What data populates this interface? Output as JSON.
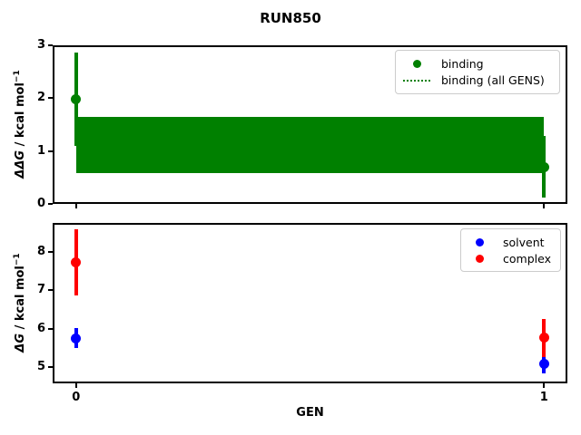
{
  "figure": {
    "title": "RUN850",
    "background": "#ffffff"
  },
  "colors": {
    "binding": "#008000",
    "solvent": "#0000ff",
    "complex": "#ff0000",
    "axes": "#000000"
  },
  "axis_labels": {
    "top_y_math": "ΔΔG",
    "top_y_rest": " / kcal mol",
    "top_y_sup": "−1",
    "bottom_y_math": "ΔG",
    "bottom_y_rest": " / kcal mol",
    "bottom_y_sup": "−1",
    "x": "GEN"
  },
  "legends": {
    "top": [
      {
        "label": "binding",
        "marker": "dot-icon",
        "color": "#008000"
      },
      {
        "label": "binding (all GENS)",
        "marker": "dotted-line-icon",
        "color": "#008000"
      }
    ],
    "bottom": [
      {
        "label": "solvent",
        "marker": "dot-icon",
        "color": "#0000ff"
      },
      {
        "label": "complex",
        "marker": "dot-icon",
        "color": "#ff0000"
      }
    ]
  },
  "chart_data": [
    {
      "type": "scatter",
      "title": "RUN850",
      "ylabel": "ΔΔG / kcal mol^-1",
      "xlabel": "",
      "xlim": [
        -0.05,
        1.05
      ],
      "ylim": [
        0,
        3
      ],
      "yticks": [
        0,
        1,
        2,
        3
      ],
      "xticks": [
        0,
        1
      ],
      "xticklabels": [],
      "legend_position": "upper right",
      "grid": false,
      "series": [
        {
          "name": "binding",
          "color": "#008000",
          "marker": "circle",
          "x": [
            0,
            1
          ],
          "y": [
            1.98,
            0.7
          ],
          "yerr": [
            0.89,
            0.58
          ]
        },
        {
          "name": "binding (all GENS)",
          "color": "#008000",
          "style": "dotted-line-with-solid-band",
          "center": 1.11,
          "band": [
            0.58,
            1.64
          ],
          "xspan": [
            0,
            1
          ]
        }
      ]
    },
    {
      "type": "scatter",
      "title": "",
      "ylabel": "ΔG / kcal mol^-1",
      "xlabel": "GEN",
      "xlim": [
        -0.05,
        1.05
      ],
      "ylim": [
        4.57,
        8.76
      ],
      "yticks": [
        5,
        6,
        7,
        8
      ],
      "xticks": [
        0,
        1
      ],
      "xticklabels": [
        "0",
        "1"
      ],
      "legend_position": "upper right",
      "grid": false,
      "series": [
        {
          "name": "solvent",
          "color": "#0000ff",
          "marker": "circle",
          "x": [
            0,
            1
          ],
          "y": [
            5.75,
            5.07
          ],
          "yerr": [
            0.26,
            0.24
          ]
        },
        {
          "name": "complex",
          "color": "#ff0000",
          "marker": "circle",
          "x": [
            0,
            1
          ],
          "y": [
            7.73,
            5.76
          ],
          "yerr": [
            0.86,
            0.5
          ]
        }
      ]
    }
  ]
}
